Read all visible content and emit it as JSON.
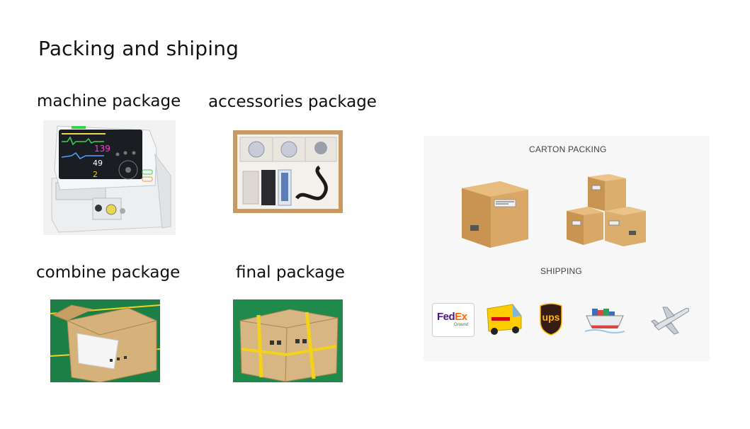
{
  "page": {
    "title": "Packing and shiping"
  },
  "packages": [
    {
      "label": "machine package",
      "screen_values": [
        "139",
        "49",
        "2"
      ]
    },
    {
      "label": "accessories package"
    },
    {
      "label": "combine package"
    },
    {
      "label": "final package"
    }
  ],
  "shipping_panel": {
    "heading": "CARTON PACKING",
    "subheading": "SHIPPING",
    "carriers": [
      {
        "name": "FedEx",
        "logo_text_1": "Fed",
        "logo_text_2": "Ex",
        "logo_sub": "Ground",
        "icon": "fedex-logo"
      },
      {
        "name": "DHL",
        "icon": "dhl-van-icon"
      },
      {
        "name": "UPS",
        "logo_text": "ups",
        "icon": "ups-shield-logo"
      },
      {
        "name": "Sea freight",
        "icon": "cargo-ship-icon"
      },
      {
        "name": "Air freight",
        "icon": "airplane-icon"
      }
    ]
  },
  "colors": {
    "background": "#ffffff",
    "panel": "#f7f7f7",
    "cardboard": "#d4a76a",
    "tape_yellow": "#f2d21a",
    "green_bg": "#1f8a4c",
    "fedex_purple": "#4d148c",
    "fedex_orange": "#ff6600",
    "dhl_yellow": "#ffcc00",
    "dhl_red": "#d40511",
    "ups_brown": "#351c15",
    "ups_gold": "#ffb500"
  }
}
